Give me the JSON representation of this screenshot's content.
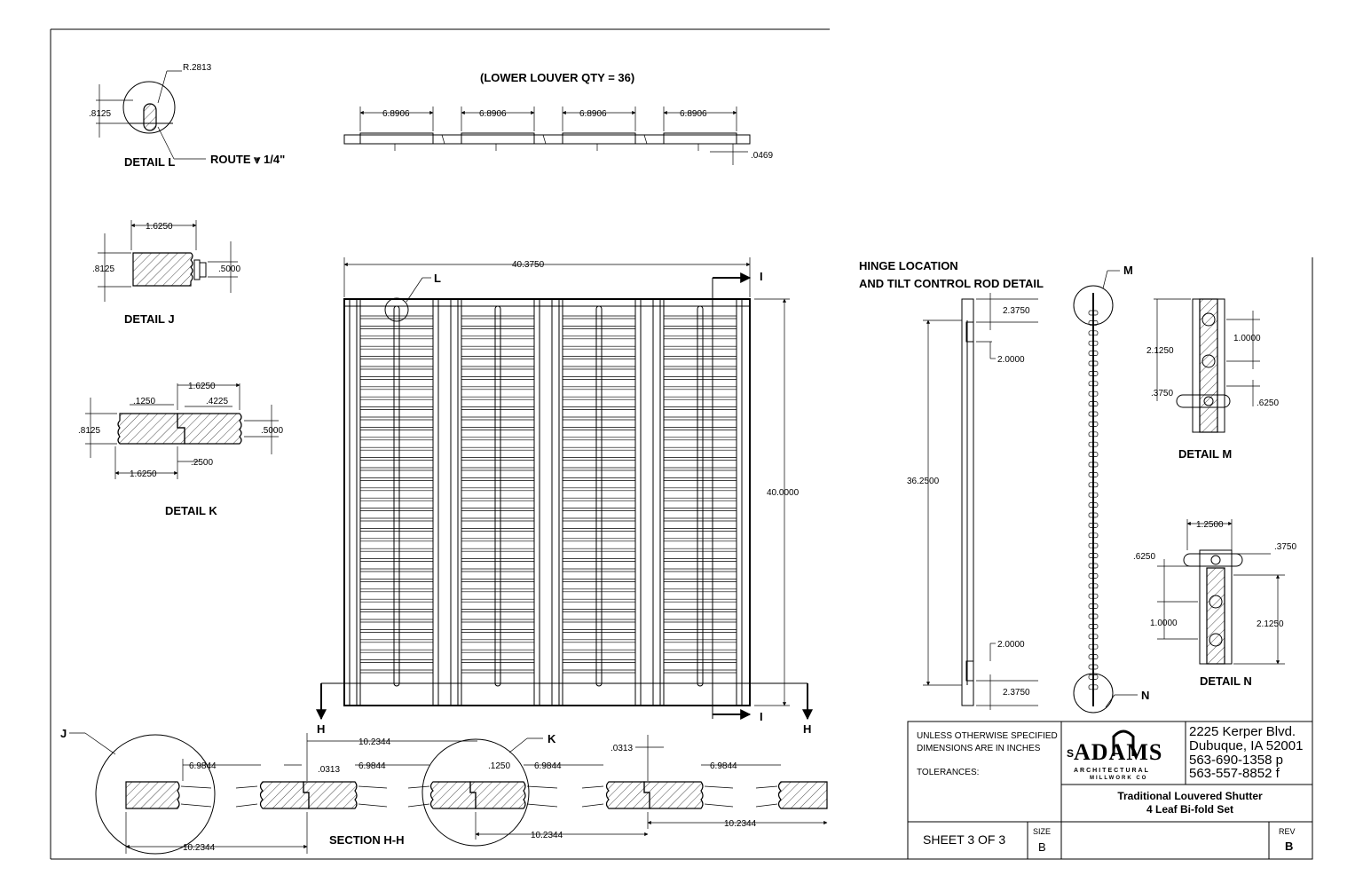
{
  "details": {
    "L": {
      "title": "DETAIL L",
      "radius": "R.2813",
      "dim_height": ".8125",
      "route_note": "ROUTE ⩔ 1/4\""
    },
    "J": {
      "title": "DETAIL J",
      "width": "1.6250",
      "height": ".8125",
      "tenon": ".5000"
    },
    "K": {
      "title": "DETAIL K",
      "top_width": "1.6250",
      "offset": ".1250",
      "tongue": ".4225",
      "height": ".8125",
      "right_height": ".5000",
      "bottom_width": "1.6250",
      "gap": ".2500"
    },
    "M": {
      "title": "DETAIL M",
      "d1": "1.0000",
      "d2": "2.1250",
      "d3": ".3750",
      "d4": ".6250",
      "callout": "M"
    },
    "N": {
      "title": "DETAIL N",
      "d1": "1.2500",
      "d2": ".3750",
      "d3": ".6250",
      "d4": "1.0000",
      "d5": "2.1250",
      "callout": "N"
    }
  },
  "louver_strip": {
    "title": "(LOWER LOUVER QTY = 36)",
    "widths": [
      "6.8906",
      "6.8906",
      "6.8906",
      "6.8906"
    ],
    "thickness": ".0469"
  },
  "elevation": {
    "width": "40.3750",
    "height": "40.0000",
    "callout_L": "L",
    "section_I_top": "I",
    "section_I_bottom": "I",
    "section_H_left": "H",
    "section_H_right": "H"
  },
  "hinge": {
    "title_line1": "HINGE LOCATION",
    "title_line2": "AND TILT CONTROL ROD DETAIL",
    "top_offset": "2.3750",
    "top_hinge": "2.0000",
    "overall": "36.2500",
    "bottom_hinge": "2.0000",
    "bottom_offset": "2.3750"
  },
  "section": {
    "title": "SECTION H-H",
    "callout_J": "J",
    "callout_K": "K",
    "dims_top": [
      "6.9844",
      "10.2344",
      ".0313",
      "6.9844",
      ".1250",
      "6.9844",
      ".0313",
      "6.9844"
    ],
    "dims_bottom": [
      "10.2344",
      "10.2344",
      "10.2344"
    ]
  },
  "title_block": {
    "notes_line1": "UNLESS OTHERWISE SPECIFIED",
    "notes_line2": "DIMENSIONS ARE IN INCHES",
    "tolerances": "TOLERANCES:",
    "logo_main": "ADAMS",
    "logo_prefix": "S",
    "logo_sub1": "ARCHITECTURAL",
    "logo_sub2": "MILLWORK CO",
    "address": [
      "2225 Kerper Blvd.",
      "Dubuque, IA 52001",
      "563-690-1358 p",
      "563-557-8852 f"
    ],
    "drawing_title_1": "Traditional Louvered Shutter",
    "drawing_title_2": "4 Leaf Bi-fold Set",
    "sheet": "SHEET 3 OF 3",
    "size_label": "SIZE",
    "size": "B",
    "rev_label": "REV",
    "rev": "B"
  },
  "colors": {
    "ink": "#000000",
    "paper": "#ffffff"
  }
}
